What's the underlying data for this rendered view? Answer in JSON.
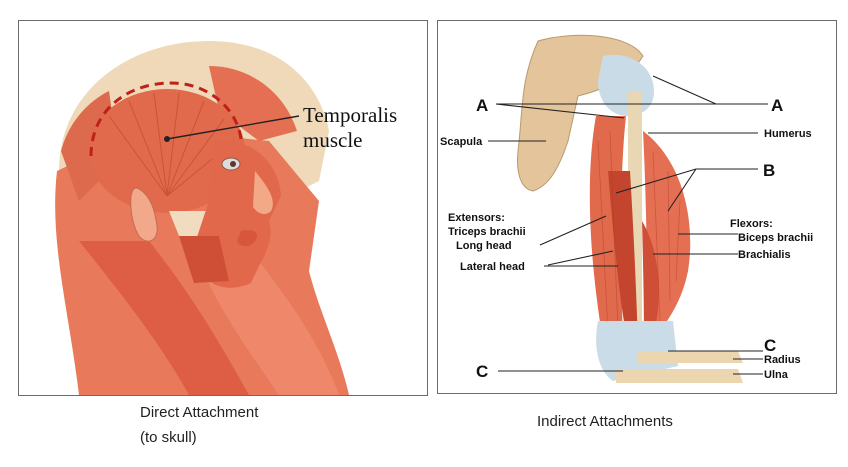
{
  "left_panel": {
    "label_line1": "Temporalis",
    "label_line2": "muscle",
    "caption_line1": "Direct Attachment",
    "caption_line2": "(to skull)"
  },
  "right_panel": {
    "labels": {
      "a_left": "A",
      "a_right": "A",
      "b": "B",
      "c_right": "C",
      "c_left": "C",
      "scapula": "Scapula",
      "humerus": "Humerus",
      "extensors": "Extensors:",
      "triceps": "Triceps brachii",
      "long_head": "Long head",
      "lateral_head": "Lateral head",
      "flexors": "Flexors:",
      "biceps": "Biceps brachii",
      "brachialis": "Brachialis",
      "radius": "Radius",
      "ulna": "Ulna"
    },
    "caption": "Indirect Attachments"
  },
  "colors": {
    "muscle": "#e0664a",
    "muscle_dark": "#c4452e",
    "skin_light": "#f4c7a8",
    "bone": "#e7cfa8",
    "tendon": "#c9dce8",
    "dashed_outline": "#c0201c"
  }
}
